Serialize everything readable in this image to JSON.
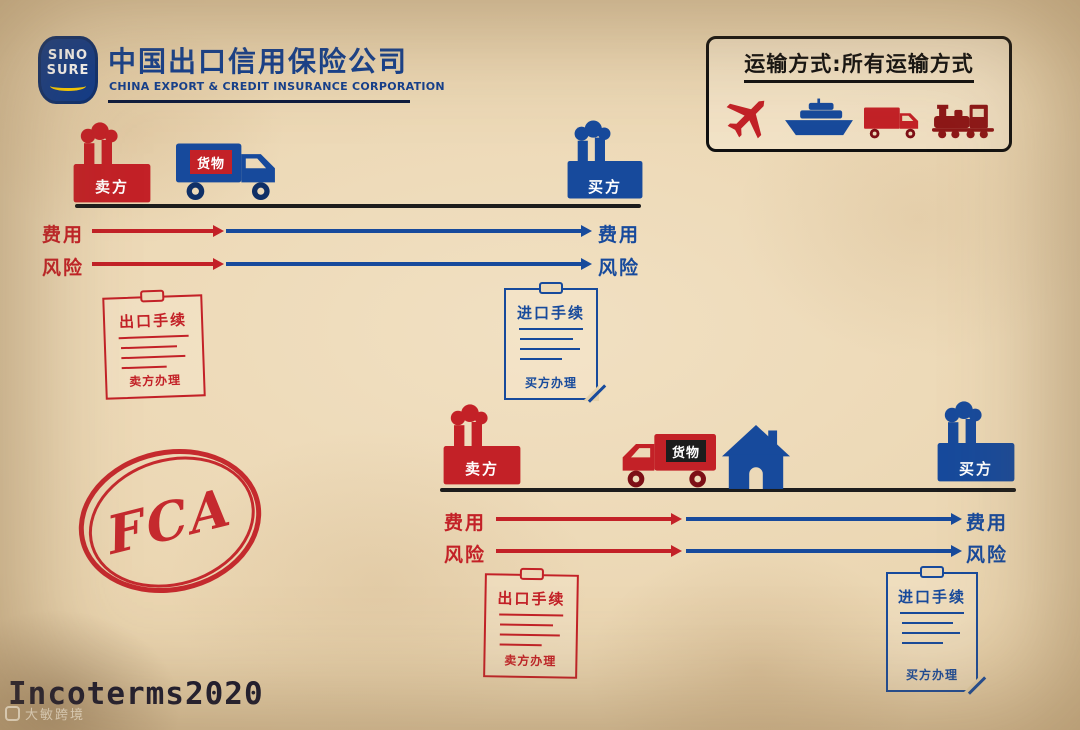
{
  "header": {
    "logo": {
      "line1": "SINO",
      "line2": "SURE"
    },
    "company_cn": "中国出口信用保险公司",
    "company_en": "CHINA EXPORT & CREDIT INSURANCE CORPORATION"
  },
  "transport": {
    "title": "运输方式:所有运输方式",
    "icons": [
      "airplane-icon",
      "ship-icon",
      "truck-icon",
      "train-icon"
    ]
  },
  "labels": {
    "seller": "卖方",
    "buyer": "买方",
    "cargo": "货物",
    "cost": "费用",
    "risk": "风险"
  },
  "docs": {
    "export": {
      "title": "出口手续",
      "handler": "卖方办理"
    },
    "import": {
      "title": "进口手续",
      "handler": "买方办理"
    }
  },
  "stamp": {
    "label": "FCA"
  },
  "footer": {
    "title": "Incoterms2020",
    "watermark": "大敏跨境"
  },
  "colors": {
    "red": "#c32127",
    "blue": "#174a9c",
    "ink": "#141414",
    "paper": "#ecd9b8"
  }
}
